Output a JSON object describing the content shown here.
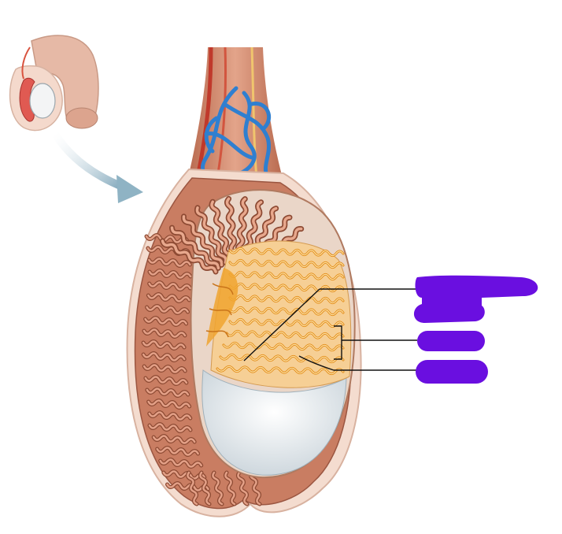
{
  "diagram": {
    "colors": {
      "background": "#ffffff",
      "skin": "#e8b9a5",
      "skin_dark": "#b5705a",
      "epididymis": "#c97a5c",
      "epididymis_dark": "#8d4a33",
      "lobule_fill": "#f2c08a",
      "tubule": "#f0a530",
      "tubule_light": "#fbe3a8",
      "testis_white": "#e9eef2",
      "vein": "#2f7fd0",
      "artery": "#c0392b",
      "arrow": "#8fb3c4",
      "redaction": "#6a0fe0",
      "leader_line": "#111111"
    },
    "inset": {
      "name": "inset-overview"
    },
    "arrow": {
      "name": "pointer-arrow"
    },
    "labels": [
      {
        "name": "redacted-label-top"
      },
      {
        "name": "redacted-label-middle"
      },
      {
        "name": "redacted-label-bottom"
      }
    ]
  }
}
